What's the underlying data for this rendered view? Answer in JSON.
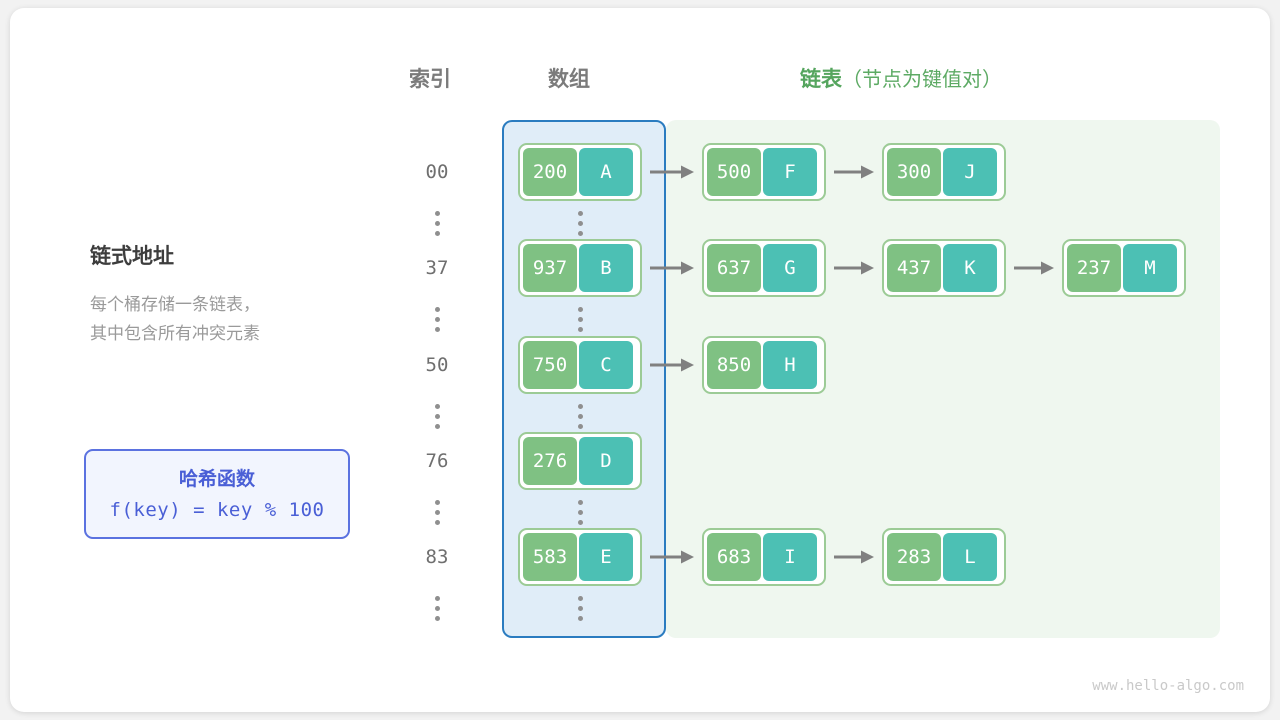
{
  "headers": {
    "index": "索引",
    "array": "数组",
    "list_bold": "链表",
    "list_sub": "（节点为键值对）"
  },
  "description": {
    "title": "链式地址",
    "line1": "每个桶存储一条链表，",
    "line2": "其中包含所有冲突元素"
  },
  "hash_box": {
    "title": "哈希函数",
    "formula": "f(key) = key % 100",
    "border_color": "#5b72e0",
    "text_color": "#4a5fd6"
  },
  "colors": {
    "array_region_bg": "#e0edf8",
    "array_region_border": "#2b7cc0",
    "list_region_bg": "#eff7ef",
    "node_border": "#9ccb96",
    "key_bg": "#7fc183",
    "value_bg": "#4cc0b4",
    "arrow": "#808080",
    "header_text": "#7b7b7b",
    "list_header_text": "#55a55e"
  },
  "ellipsis_glyph": "vertical-dots",
  "rows": [
    {
      "index": "00",
      "bucket": {
        "key": "200",
        "value": "A"
      },
      "chain": [
        {
          "key": "500",
          "value": "F"
        },
        {
          "key": "300",
          "value": "J"
        }
      ]
    },
    {
      "index": "37",
      "bucket": {
        "key": "937",
        "value": "B"
      },
      "chain": [
        {
          "key": "637",
          "value": "G"
        },
        {
          "key": "437",
          "value": "K"
        },
        {
          "key": "237",
          "value": "M"
        }
      ]
    },
    {
      "index": "50",
      "bucket": {
        "key": "750",
        "value": "C"
      },
      "chain": [
        {
          "key": "850",
          "value": "H"
        }
      ]
    },
    {
      "index": "76",
      "bucket": {
        "key": "276",
        "value": "D"
      },
      "chain": []
    },
    {
      "index": "83",
      "bucket": {
        "key": "583",
        "value": "E"
      },
      "chain": [
        {
          "key": "683",
          "value": "I"
        },
        {
          "key": "283",
          "value": "L"
        }
      ]
    }
  ],
  "watermark": "www.hello-algo.com"
}
